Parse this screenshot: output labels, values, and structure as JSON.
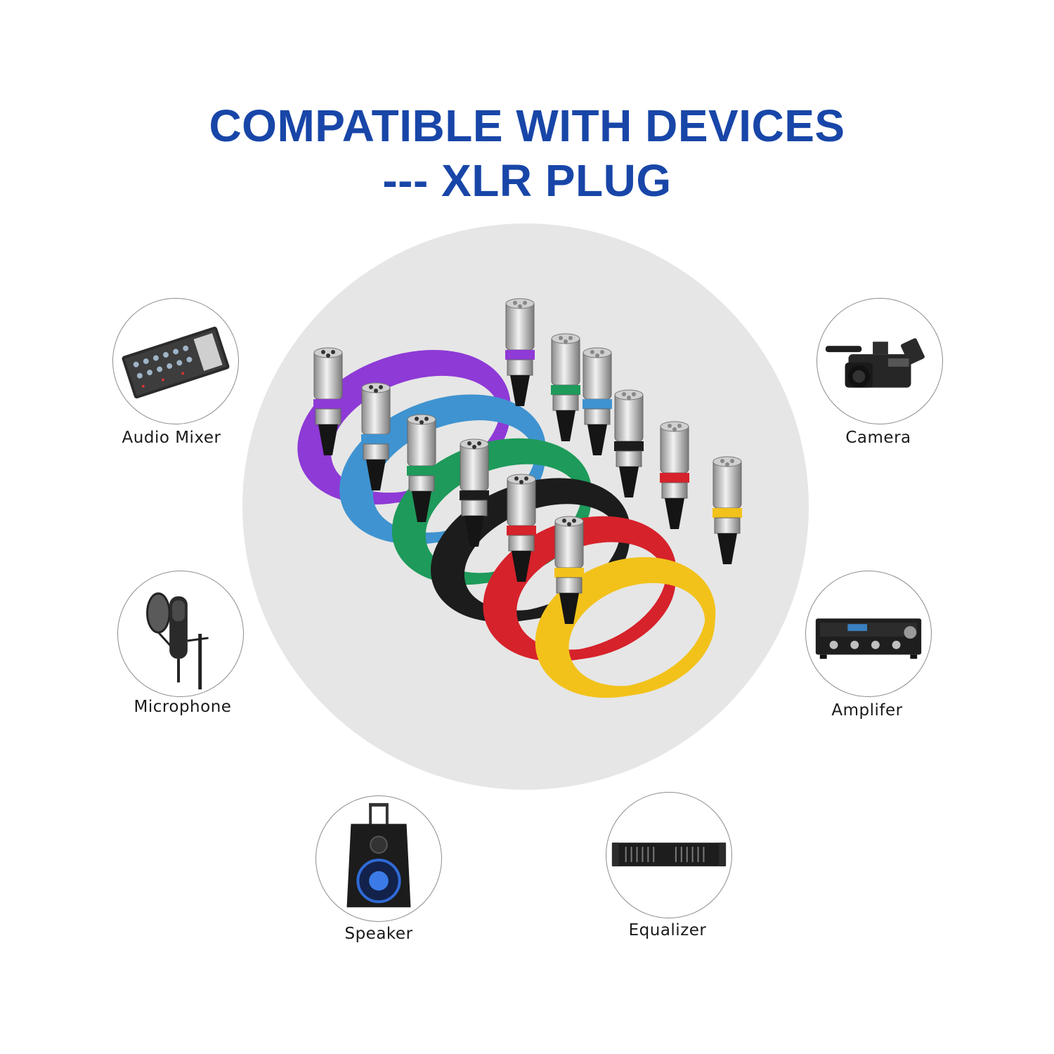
{
  "headline": {
    "line1": "COMPATIBLE WITH DEVICES",
    "line2": "--- XLR PLUG"
  },
  "colors": {
    "headline": "#1846a8",
    "disc": "#e6e6e6",
    "cables": [
      "#8e3ad6",
      "#3f93d0",
      "#1e9a5a",
      "#1c1c1c",
      "#d6222b",
      "#f2c21b"
    ]
  },
  "devices": [
    {
      "label": "Audio Mixer",
      "icon": "audio-mixer-icon"
    },
    {
      "label": "Camera",
      "icon": "camera-icon"
    },
    {
      "label": "Microphone",
      "icon": "microphone-icon"
    },
    {
      "label": "Amplifer",
      "icon": "amplifier-icon"
    },
    {
      "label": "Speaker",
      "icon": "speaker-icon"
    },
    {
      "label": "Equalizer",
      "icon": "equalizer-icon"
    }
  ]
}
